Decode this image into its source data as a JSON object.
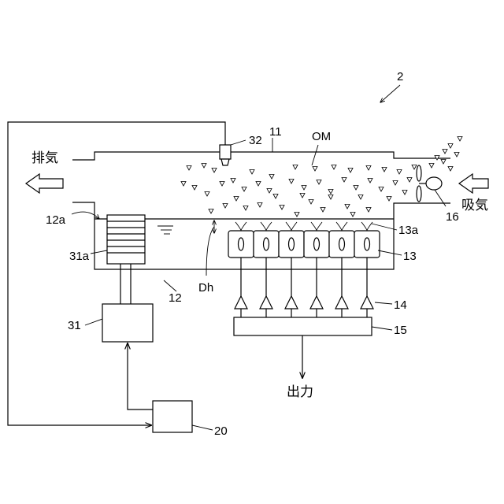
{
  "labels": {
    "fig_ref": "2",
    "chamber": "11",
    "odor_molecules": "OM",
    "exhaust": "排気",
    "intake": "吸気",
    "fan": "16",
    "nozzle": "32",
    "liquid_tank": "12",
    "tank_edge": "12a",
    "sensor_row": "13",
    "sensor_surface": "13a",
    "amplifiers": "14",
    "processor": "15",
    "output": "出力",
    "gap": "Dh",
    "electrode_stack": "31a",
    "actuator_unit": "31",
    "controller": "20"
  },
  "sensor_count": 6
}
